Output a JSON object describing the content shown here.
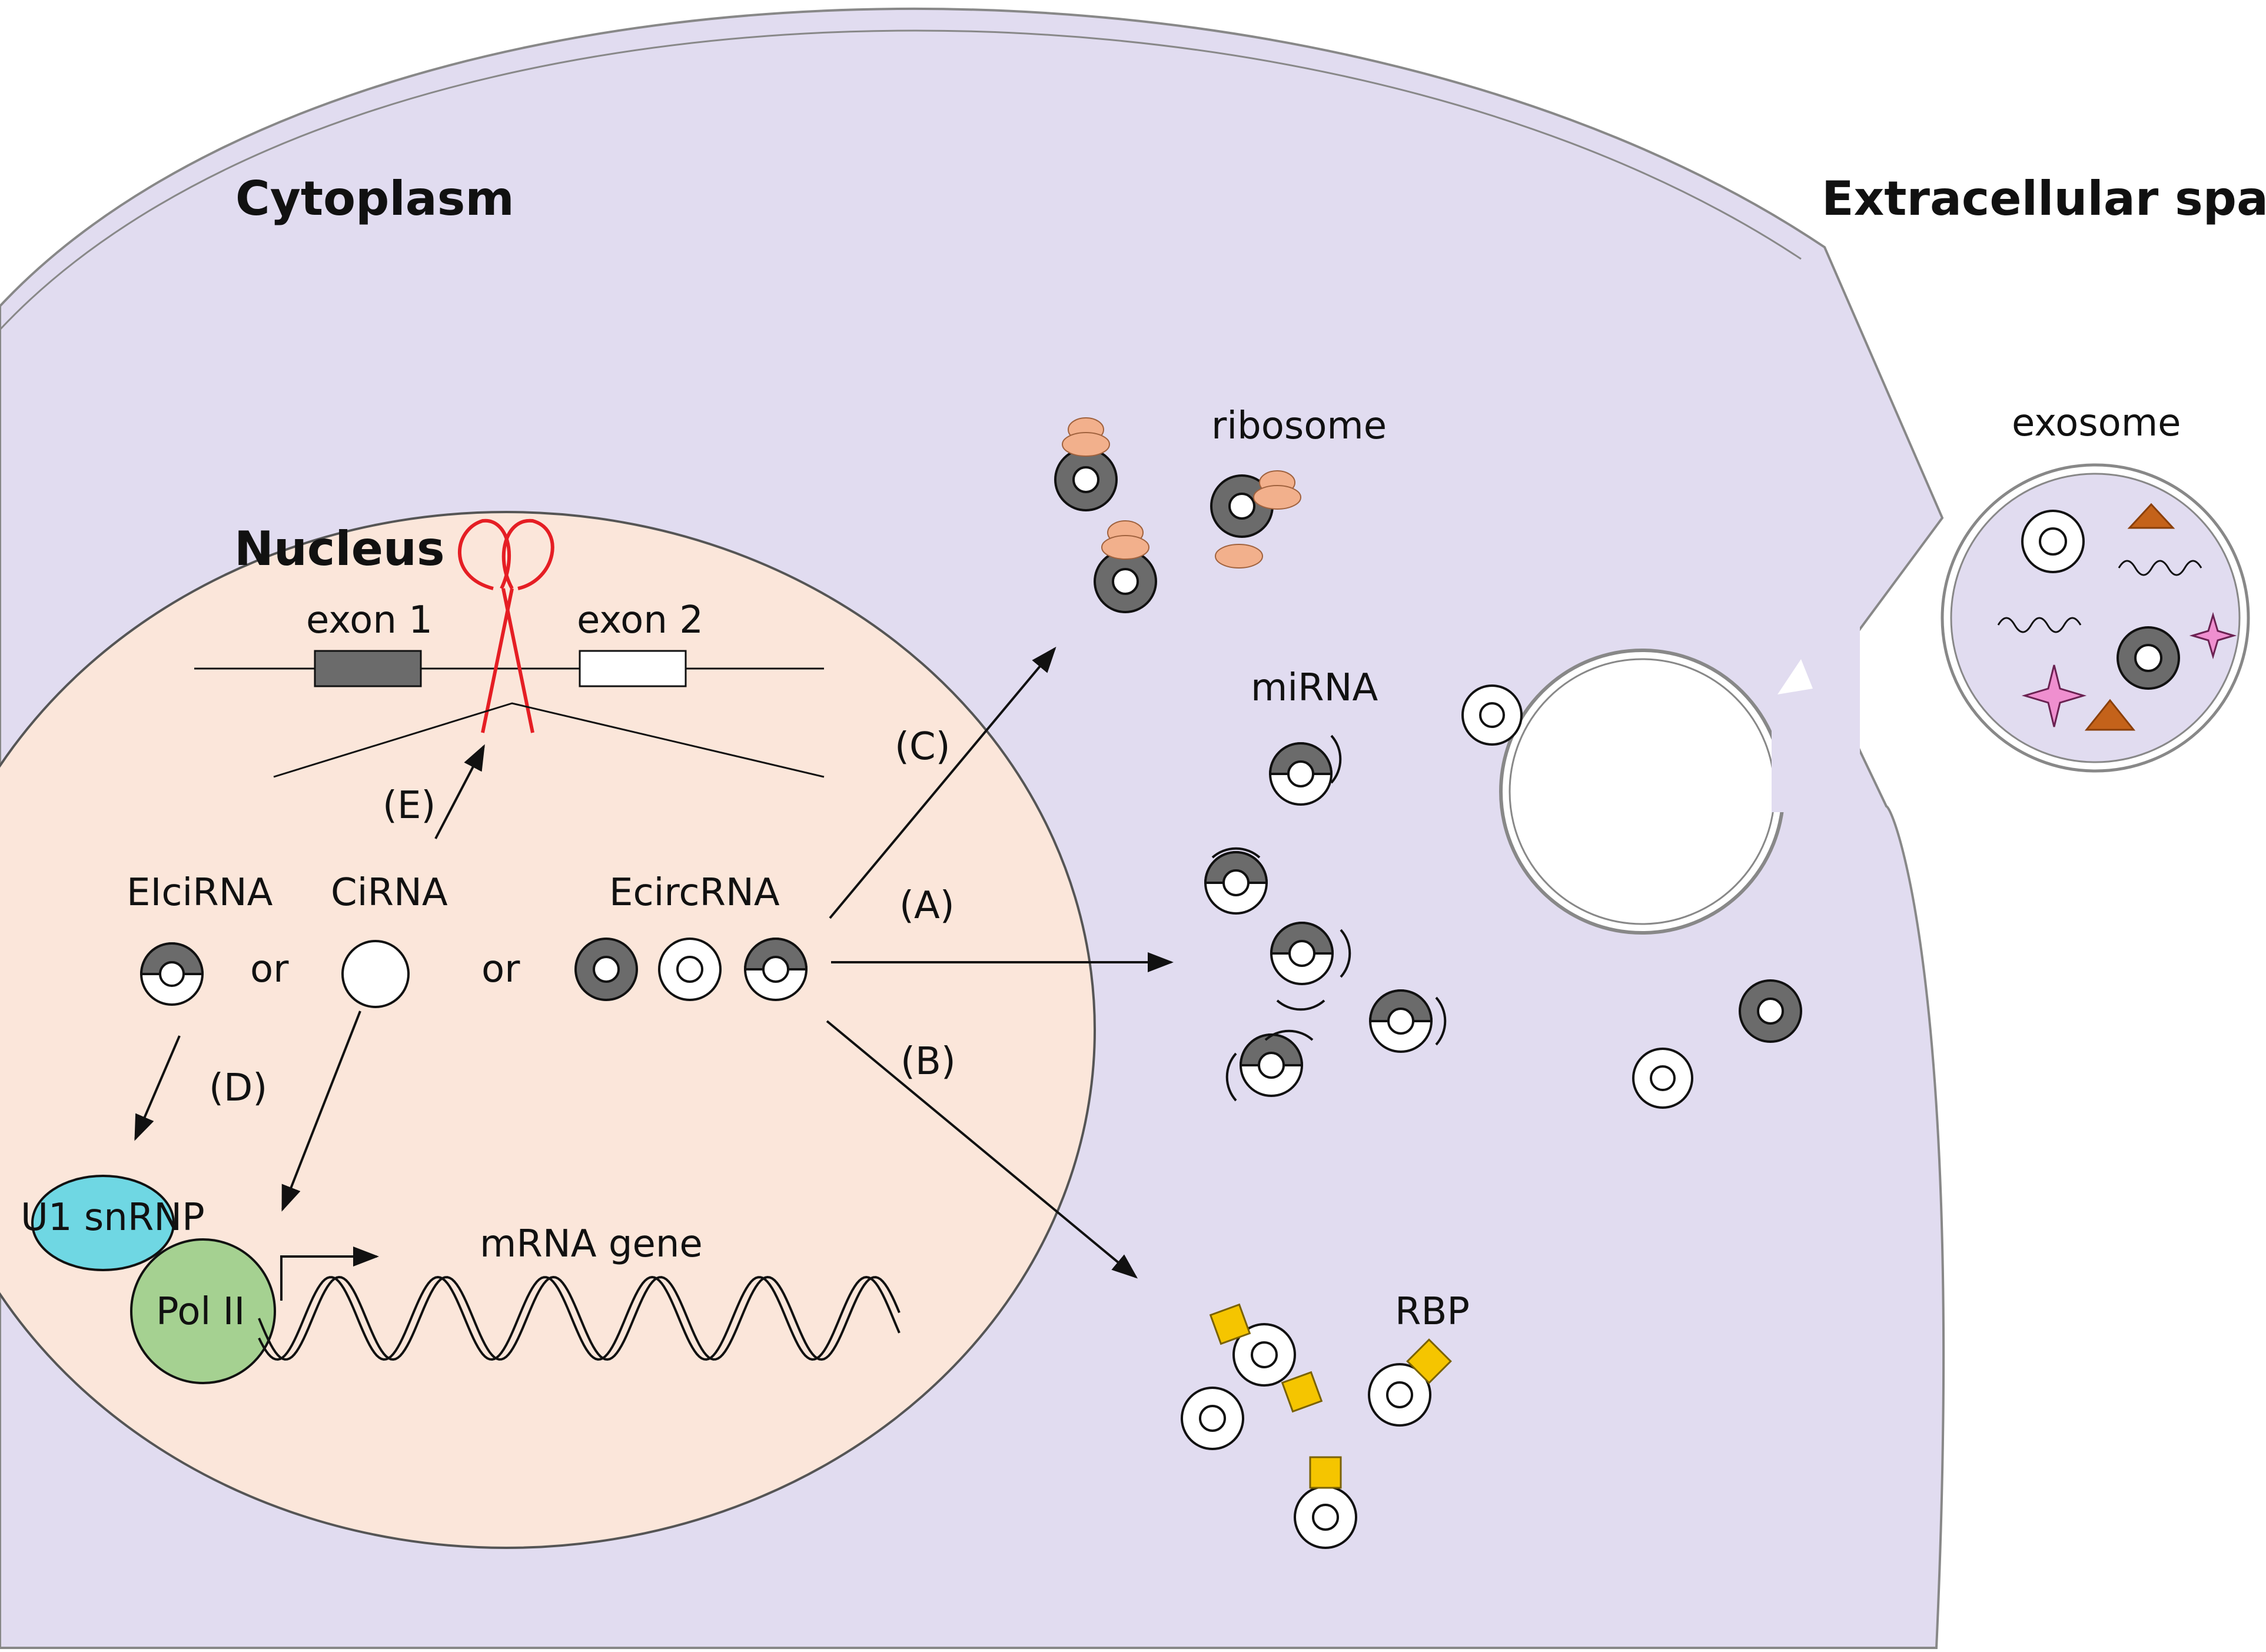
{
  "labels": {
    "cytoplasm": "Cytoplasm",
    "extracellular": "Extracellular space",
    "nucleus": "Nucleus",
    "exon1": "exon 1",
    "exon2": "exon 2",
    "eiciRNA": "EIciRNA",
    "ciRNA": "CiRNA",
    "ecircRNA": "EcircRNA",
    "or1": "or",
    "or2": "or",
    "pathA": "(A)",
    "pathB": "(B)",
    "pathC": "(C)",
    "pathD": "(D)",
    "pathE": "(E)",
    "ribosome": "ribosome",
    "mirna": "miRNA",
    "rbp": "RBP",
    "exosome": "exosome",
    "u1snrnp": "U1 snRNP",
    "pol2": "Pol II",
    "mrnaGene": "mRNA gene"
  },
  "colors": {
    "cell": "#e1dcf0",
    "nucleus": "#fbe6da",
    "dark": "#6b6b6b",
    "ribosome": "#f2b08c",
    "rbp": "#f5c500",
    "u1": "#6fd7e3",
    "pol2": "#a5d191",
    "scissors": "#e51e24",
    "triangle": "#c4621a",
    "star": "#ef8fcf"
  }
}
